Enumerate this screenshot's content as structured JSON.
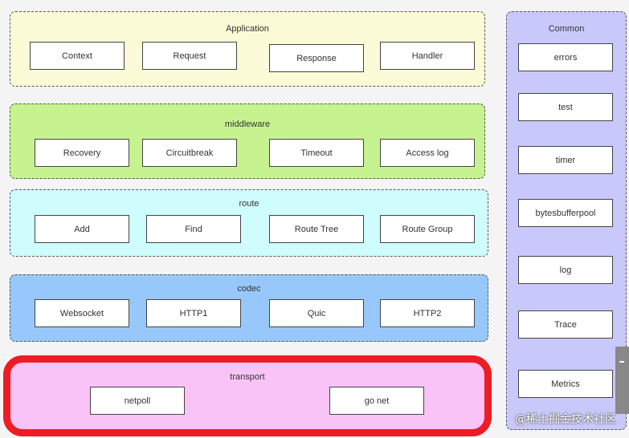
{
  "layers": {
    "application": {
      "title": "Application",
      "items": [
        "Context",
        "Request",
        "Response",
        "Handler"
      ]
    },
    "middleware": {
      "title": "middleware",
      "items": [
        "Recovery",
        "Circuitbreak",
        "Timeout",
        "Access log"
      ]
    },
    "route": {
      "title": "route",
      "items": [
        "Add",
        "Find",
        "Route Tree",
        "Route Group"
      ]
    },
    "codec": {
      "title": "codec",
      "items": [
        "Websocket",
        "HTTP1",
        "Quic",
        "HTTP2"
      ]
    },
    "transport": {
      "title": "transport",
      "items": [
        "netpoll",
        "go net"
      ]
    },
    "common": {
      "title": "Common",
      "items": [
        "errors",
        "test",
        "timer",
        "bytesbufferpool",
        "log",
        "Trace",
        "Metrics"
      ]
    }
  },
  "colors": {
    "application": "#fbfbd7",
    "middleware": "#c6f38f",
    "route": "#cffdfe",
    "codec": "#98c8fb",
    "transport": "#f9c3f8",
    "common": "#c9c8fb",
    "transport_border": "#ee1c24"
  },
  "watermark": "@稀土掘金技术社区"
}
